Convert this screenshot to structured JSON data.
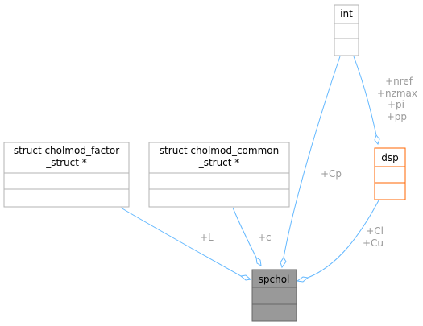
{
  "colors": {
    "edge": "#63b8ff",
    "node_border": "#b3b3b3",
    "node_fill": "#ffffff",
    "focus_fill": "#999999",
    "focus_border": "#666666",
    "dsp_border": "#ff6600",
    "label": "#9a9a9a"
  },
  "nodes": {
    "spchol": {
      "title": "spchol"
    },
    "int": {
      "title": "int"
    },
    "dsp": {
      "title": "dsp"
    },
    "factor": {
      "title_line1": "struct cholmod_factor",
      "title_line2": "_struct *"
    },
    "common": {
      "title_line1": "struct cholmod_common",
      "title_line2": "_struct *"
    }
  },
  "edge_labels": {
    "L": "+L",
    "c": "+c",
    "Cp": "+Cp",
    "dsp_members": [
      "+nref",
      "+nzmax",
      "+pi",
      "+pp"
    ],
    "ClCu": [
      "+Cl",
      "+Cu"
    ]
  }
}
